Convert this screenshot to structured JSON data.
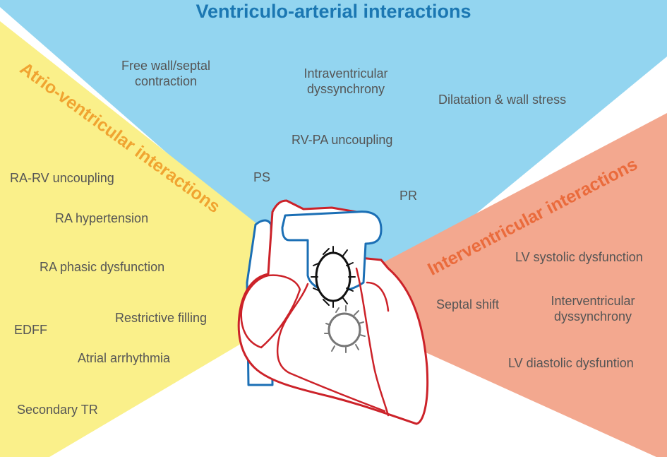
{
  "colors": {
    "ventriculo_arterial_region": "#93d5f0",
    "atrio_ventricular_region": "#faf08a",
    "interventricular_region": "#f3a88f",
    "ventriculo_arterial_title": "#1b77b2",
    "atrio_ventricular_title": "#f0a431",
    "interventricular_title": "#ea6b3c",
    "label_text": "#555555",
    "heart_red_outline": "#cc2229",
    "heart_blue_outline": "#1b6fb5",
    "valve_black": "#111111",
    "valve_gray": "#777777"
  },
  "titles": {
    "ventriculo_arterial": "Ventriculo-arterial interactions",
    "atrio_ventricular": "Atrio-ventricular interactions",
    "interventricular": "Interventricular interactions"
  },
  "ventriculo_arterial_labels": {
    "free_wall": [
      "Free wall/septal",
      "contraction"
    ],
    "intraventricular": [
      "Intraventricular",
      "dyssynchrony"
    ],
    "dilatation": "Dilatation & wall stress",
    "rv_pa": "RV-PA uncoupling",
    "ps": "PS",
    "pr": "PR"
  },
  "atrio_ventricular_labels": {
    "ra_rv": "RA-RV uncoupling",
    "ra_hypertension": "RA hypertension",
    "ra_phasic": "RA phasic dysfunction",
    "restrictive": "Restrictive filling",
    "edff": "EDFF",
    "atrial_arrhythmia": "Atrial arrhythmia",
    "secondary_tr": "Secondary TR"
  },
  "interventricular_labels": {
    "lv_systolic": "LV systolic dysfunction",
    "septal_shift": "Septal shift",
    "iv_dyssynchrony": [
      "Interventricular",
      "dyssynchrony"
    ],
    "lv_diastolic": "LV diastolic dysfuntion"
  },
  "heart_icon": "heart-anatomy-icon"
}
